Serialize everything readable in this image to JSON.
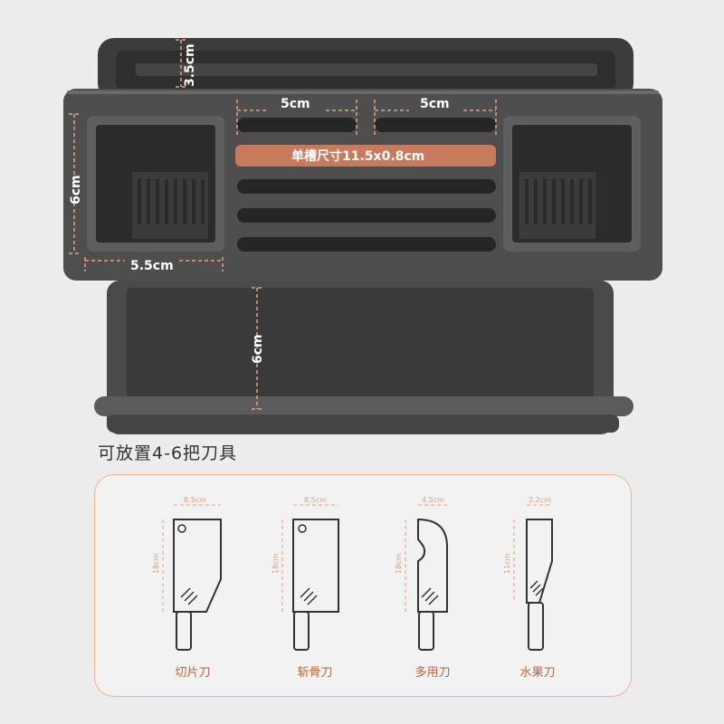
{
  "product": {
    "dims": {
      "top_depth": "3.5cm",
      "slot_left_width": "5cm",
      "slot_right_width": "5cm",
      "slot_size": "单槽尺寸11.5x0.8cm",
      "cup_height": "6cm",
      "cup_width": "5.5cm",
      "base_gap": "6cm"
    }
  },
  "caption": "可放置4-6把刀具",
  "knives": [
    {
      "name": "切片刀",
      "width": "8.5cm",
      "length": "18cm"
    },
    {
      "name": "斩骨刀",
      "width": "8.5cm",
      "length": "18cm"
    },
    {
      "name": "多用刀",
      "width": "4.5cm",
      "length": "18cm"
    },
    {
      "name": "水果刀",
      "width": "2.2cm",
      "length": "11cm"
    }
  ],
  "colors": {
    "body": "#4a4a4a",
    "dark": "#2e2e2e",
    "accent": "#f0b58f",
    "highlight_slot": "#c77a5c"
  }
}
